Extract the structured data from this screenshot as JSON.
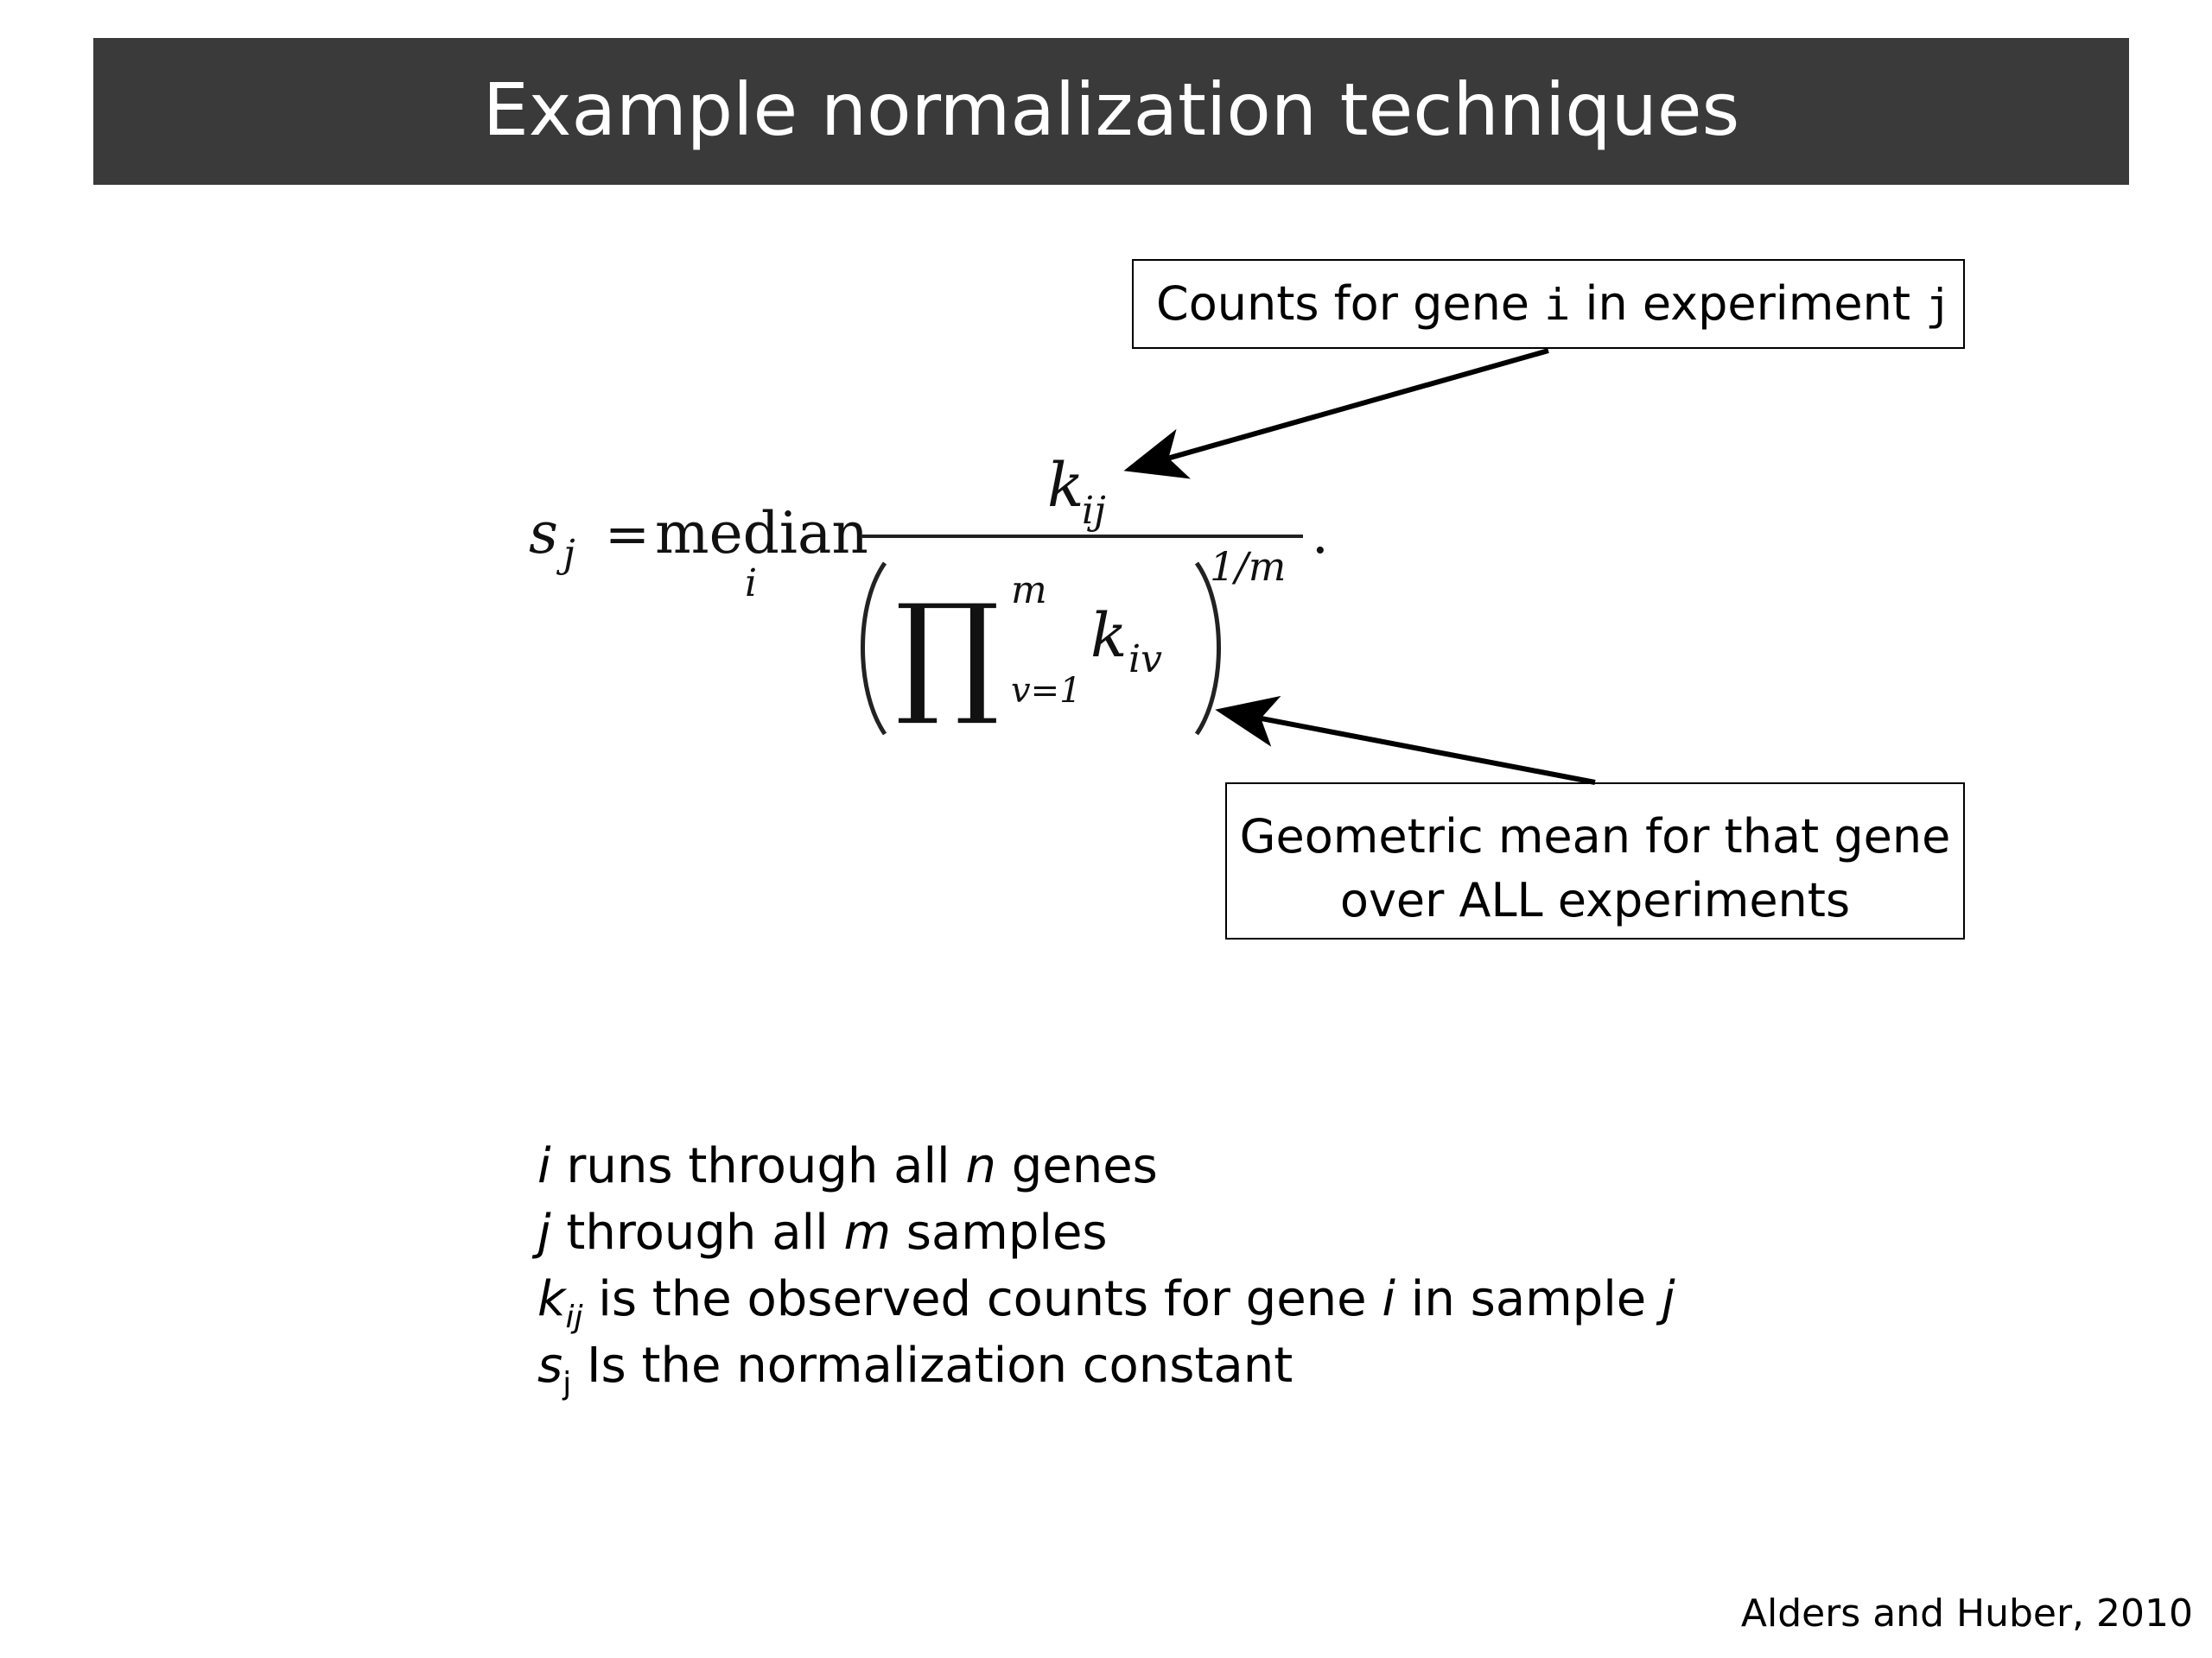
{
  "slide": {
    "title": "Example normalization techniques",
    "citation": "Alders and Huber, 2010"
  },
  "callouts": {
    "top": {
      "pre": "Counts for gene ",
      "var1": "i",
      "mid": " in experiment ",
      "var2": "j"
    },
    "bottom": {
      "line1": "Geometric mean for that gene",
      "line2": "over ALL experiments"
    }
  },
  "formula": {
    "lhs_symbol": "s",
    "lhs_subscript": "j",
    "equals": "=",
    "operator": "median",
    "operator_subscript": "i",
    "numerator_symbol": "k",
    "numerator_subscript": "ij",
    "product_symbol": "∏",
    "product_upper": "m",
    "product_lower": "v=1",
    "term_symbol": "k",
    "term_subscript": "iv",
    "exponent": "1/m",
    "period": "."
  },
  "notes": [
    {
      "var": "i",
      "text_a": " runs through all ",
      "var2": "n",
      "text_b": " genes"
    },
    {
      "var": "j",
      "text_a": " through all ",
      "var2": "m",
      "text_b": " samples"
    },
    {
      "sym": "k",
      "sub": "ij",
      "text_a": " is the observed counts for gene ",
      "var2": "i",
      "text_b": " in sample ",
      "var3": "j"
    },
    {
      "sym": "s",
      "sub": "j",
      "text_a": " Is the normalization constant"
    }
  ]
}
